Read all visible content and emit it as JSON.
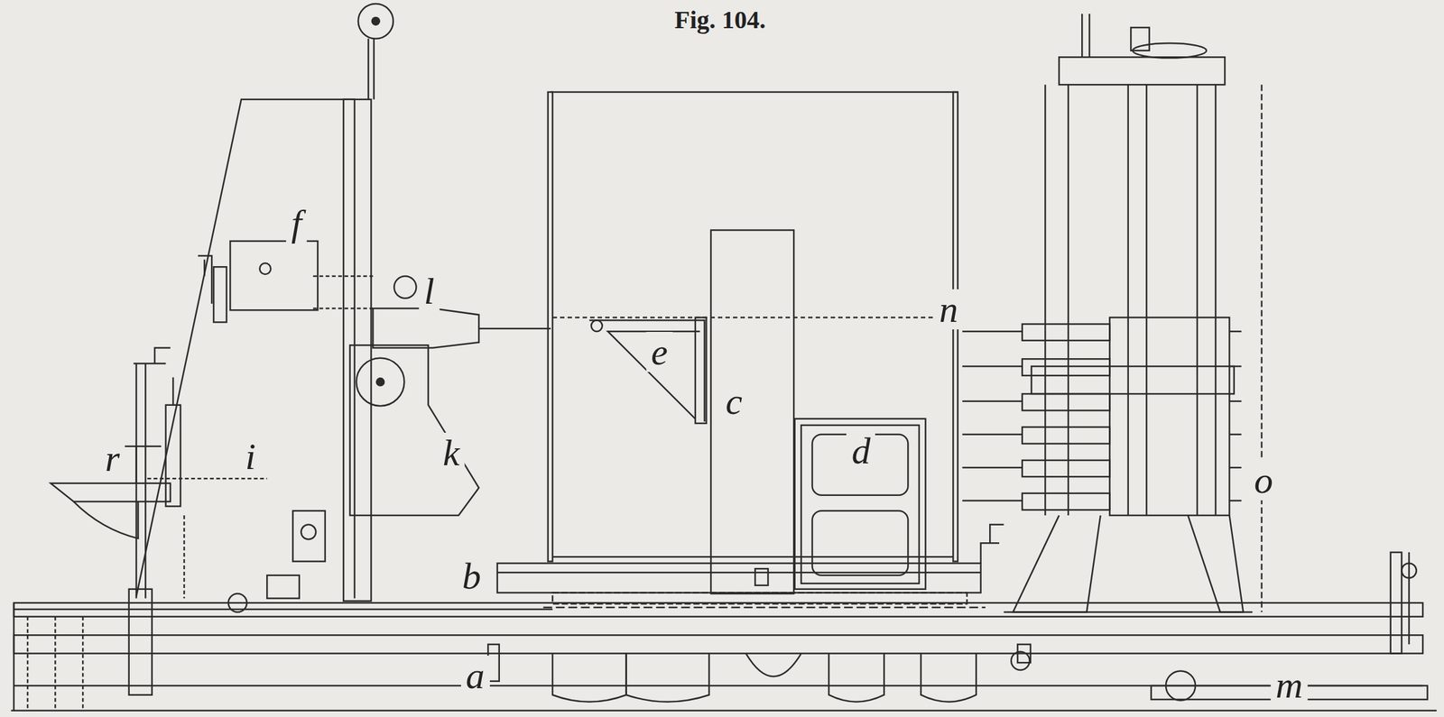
{
  "diagram": {
    "title": "Fig. 104.",
    "labels": [
      "f",
      "l",
      "e",
      "c",
      "d",
      "k",
      "i",
      "r",
      "b",
      "a",
      "n",
      "o",
      "m"
    ]
  }
}
